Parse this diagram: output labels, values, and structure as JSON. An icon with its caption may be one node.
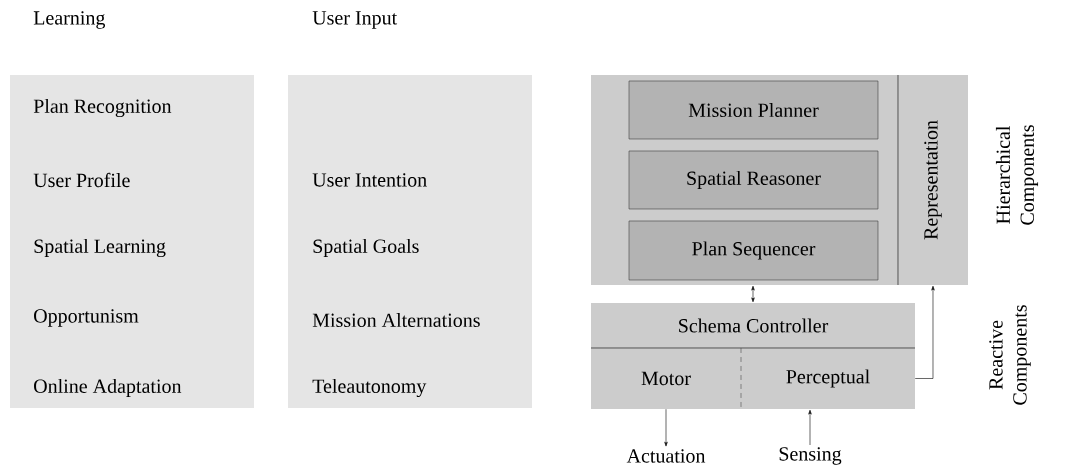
{
  "diagram": {
    "nodes": [
      {
        "text": [
          "Learning",
          "Plan Recognition",
          "User Profile",
          "Spatial Learning",
          "Opportunism",
          "Online Adaptation"
        ]
      },
      {
        "text": [
          "User Input",
          "User Intention",
          "Spatial Goals",
          "Mission Alternations",
          "Teleautonomy"
        ]
      },
      {
        "text": [],
        "shape": "box",
        "beside": [
          "Hierarchical Components"
        ]
      },
      {
        "text": [
          "Mission Planner"
        ],
        "in": 2
      },
      {
        "text": [
          "Spatial Reasoner"
        ],
        "in": 2
      },
      {
        "text": [
          "Plan Sequencer"
        ],
        "in": 2
      },
      {
        "text": [
          "Representation"
        ],
        "in": 2
      },
      {
        "text": [],
        "shape": "box",
        "beside": [
          "Reactive Components"
        ]
      },
      {
        "text": [
          "Schema Controller"
        ],
        "in": 7
      },
      {
        "text": [
          "Motor"
        ],
        "in": 7
      },
      {
        "text": [
          "Perceptual"
        ],
        "in": 7
      },
      {
        "text": [
          "Actuation"
        ]
      },
      {
        "text": [
          "Sensing"
        ]
      }
    ],
    "edges": [
      {
        "from": 2,
        "to": 8,
        "arrow": "both"
      },
      {
        "from": 10,
        "to": 6,
        "arrow": "to"
      },
      {
        "from": 9,
        "to": 11,
        "arrow": "to"
      },
      {
        "from": 12,
        "to": 10,
        "arrow": "to"
      }
    ]
  }
}
